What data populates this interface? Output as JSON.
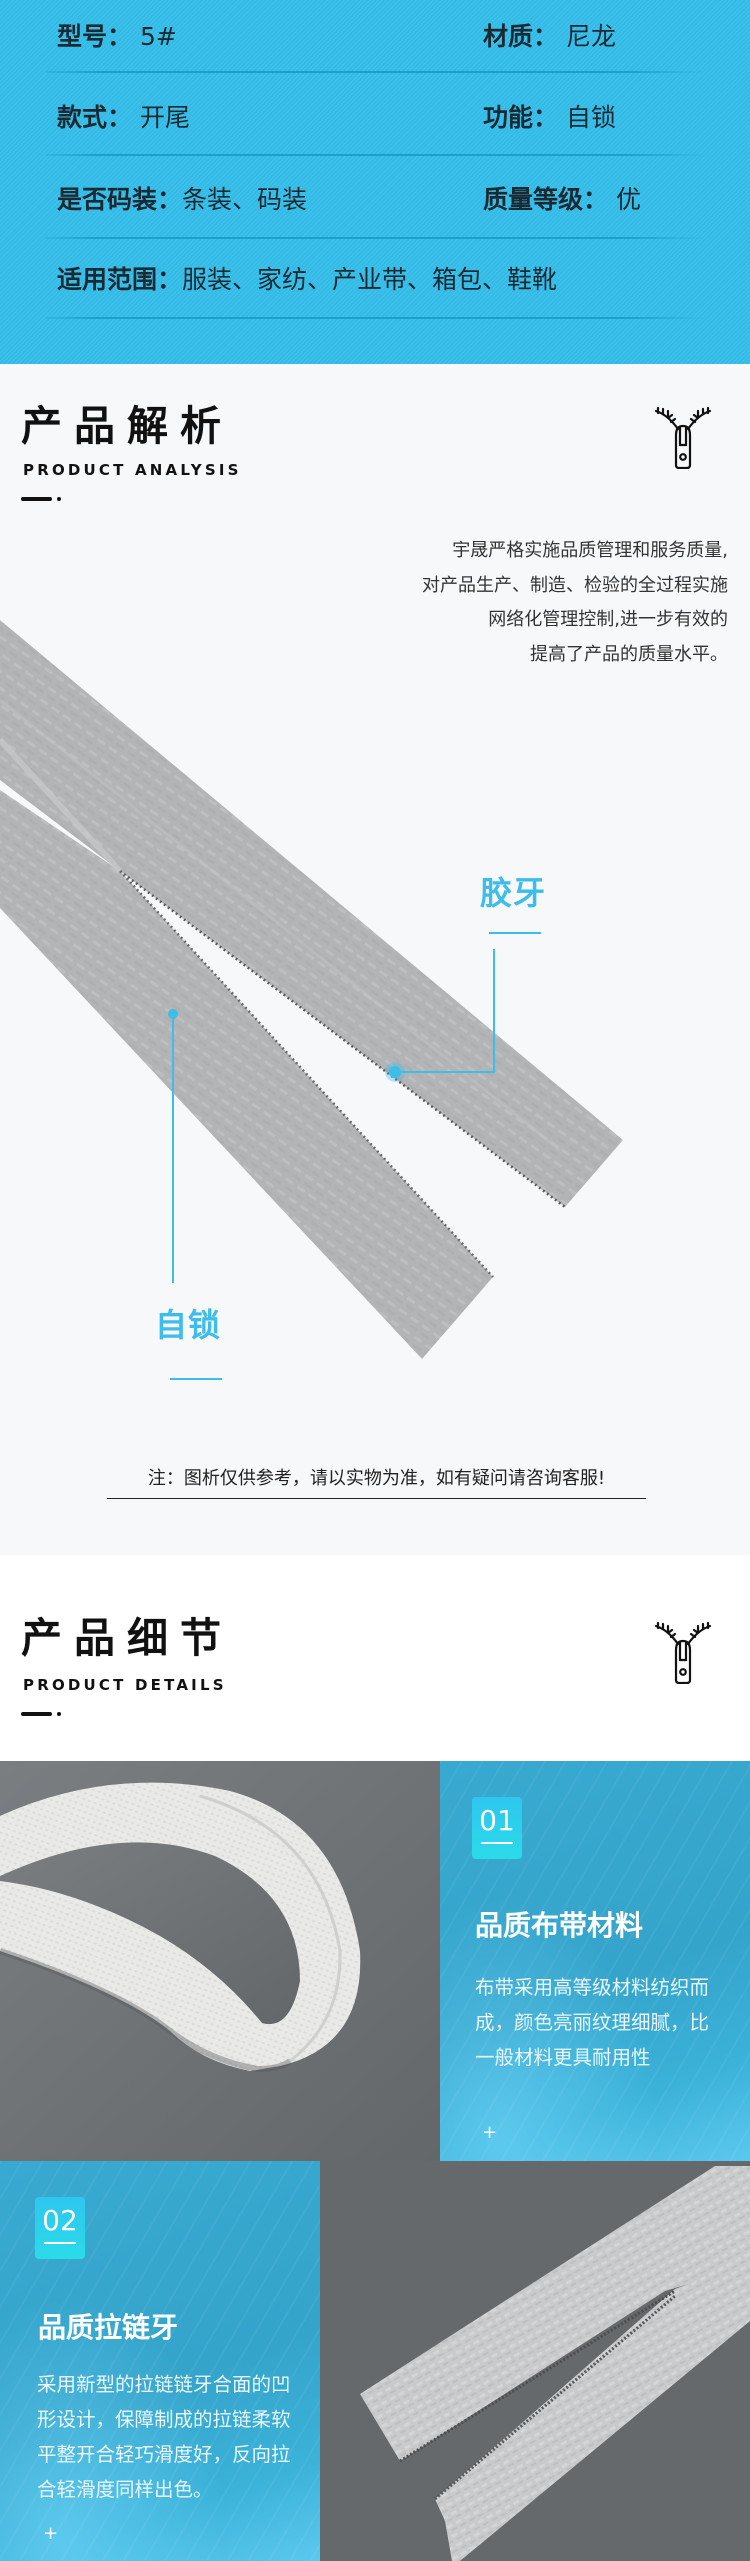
{
  "specs": {
    "rows": [
      {
        "left": {
          "label": "型号：",
          "value": "5#"
        },
        "right": {
          "label": "材质：",
          "value": "尼龙"
        }
      },
      {
        "left": {
          "label": "款式：",
          "value": "开尾"
        },
        "right": {
          "label": "功能：",
          "value": "自锁"
        }
      },
      {
        "left": {
          "label": "是否码装：",
          "value": "条装、码装"
        },
        "right": {
          "label": "质量等级：",
          "value": "优"
        }
      },
      {
        "left": {
          "label": "适用范围：",
          "value": "服装、家纺、产业带、箱包、鞋靴"
        }
      }
    ]
  },
  "analysis": {
    "title": "产品解析",
    "subtitle": "PRODUCT ANALYSIS",
    "icon": "zipper-icon",
    "intro_lines": [
      "宇晟严格实施品质管理和服务质量,",
      "对产品生产、制造、检验的全过程实施",
      "网络化管理控制,进一步有效的",
      "提高了产品的质量水平。"
    ],
    "callouts": [
      {
        "label": "胶牙"
      },
      {
        "label": "自锁"
      }
    ],
    "note": "注：图析仅供参考，请以实物为准，如有疑问请咨询客服!"
  },
  "details": {
    "title": "产品细节",
    "subtitle": "PRODUCT DETAILS",
    "icon": "zipper-icon",
    "items": [
      {
        "number": "01",
        "title": "品质布带材料",
        "body_lines": [
          "布带采用高等级材料纺织而",
          "成，颜色亮丽纹理细腻，比",
          "一般材料更具耐用性"
        ],
        "plus": "+"
      },
      {
        "number": "02",
        "title": "品质拉链牙",
        "body_lines": [
          "采用新型的拉链链牙合面的凹",
          "形设计，保障制成的拉链柔软",
          "平整开合轻巧滑度好，反向拉",
          "合轻滑度同样出色。"
        ],
        "plus": "+"
      }
    ]
  },
  "colors": {
    "spec_blue": "#35c0ec",
    "accent": "#3dbde9",
    "panel_blue": "#37a6cc",
    "badge_cyan": "#2ec6ef",
    "photo_gray": "#6c7073"
  }
}
